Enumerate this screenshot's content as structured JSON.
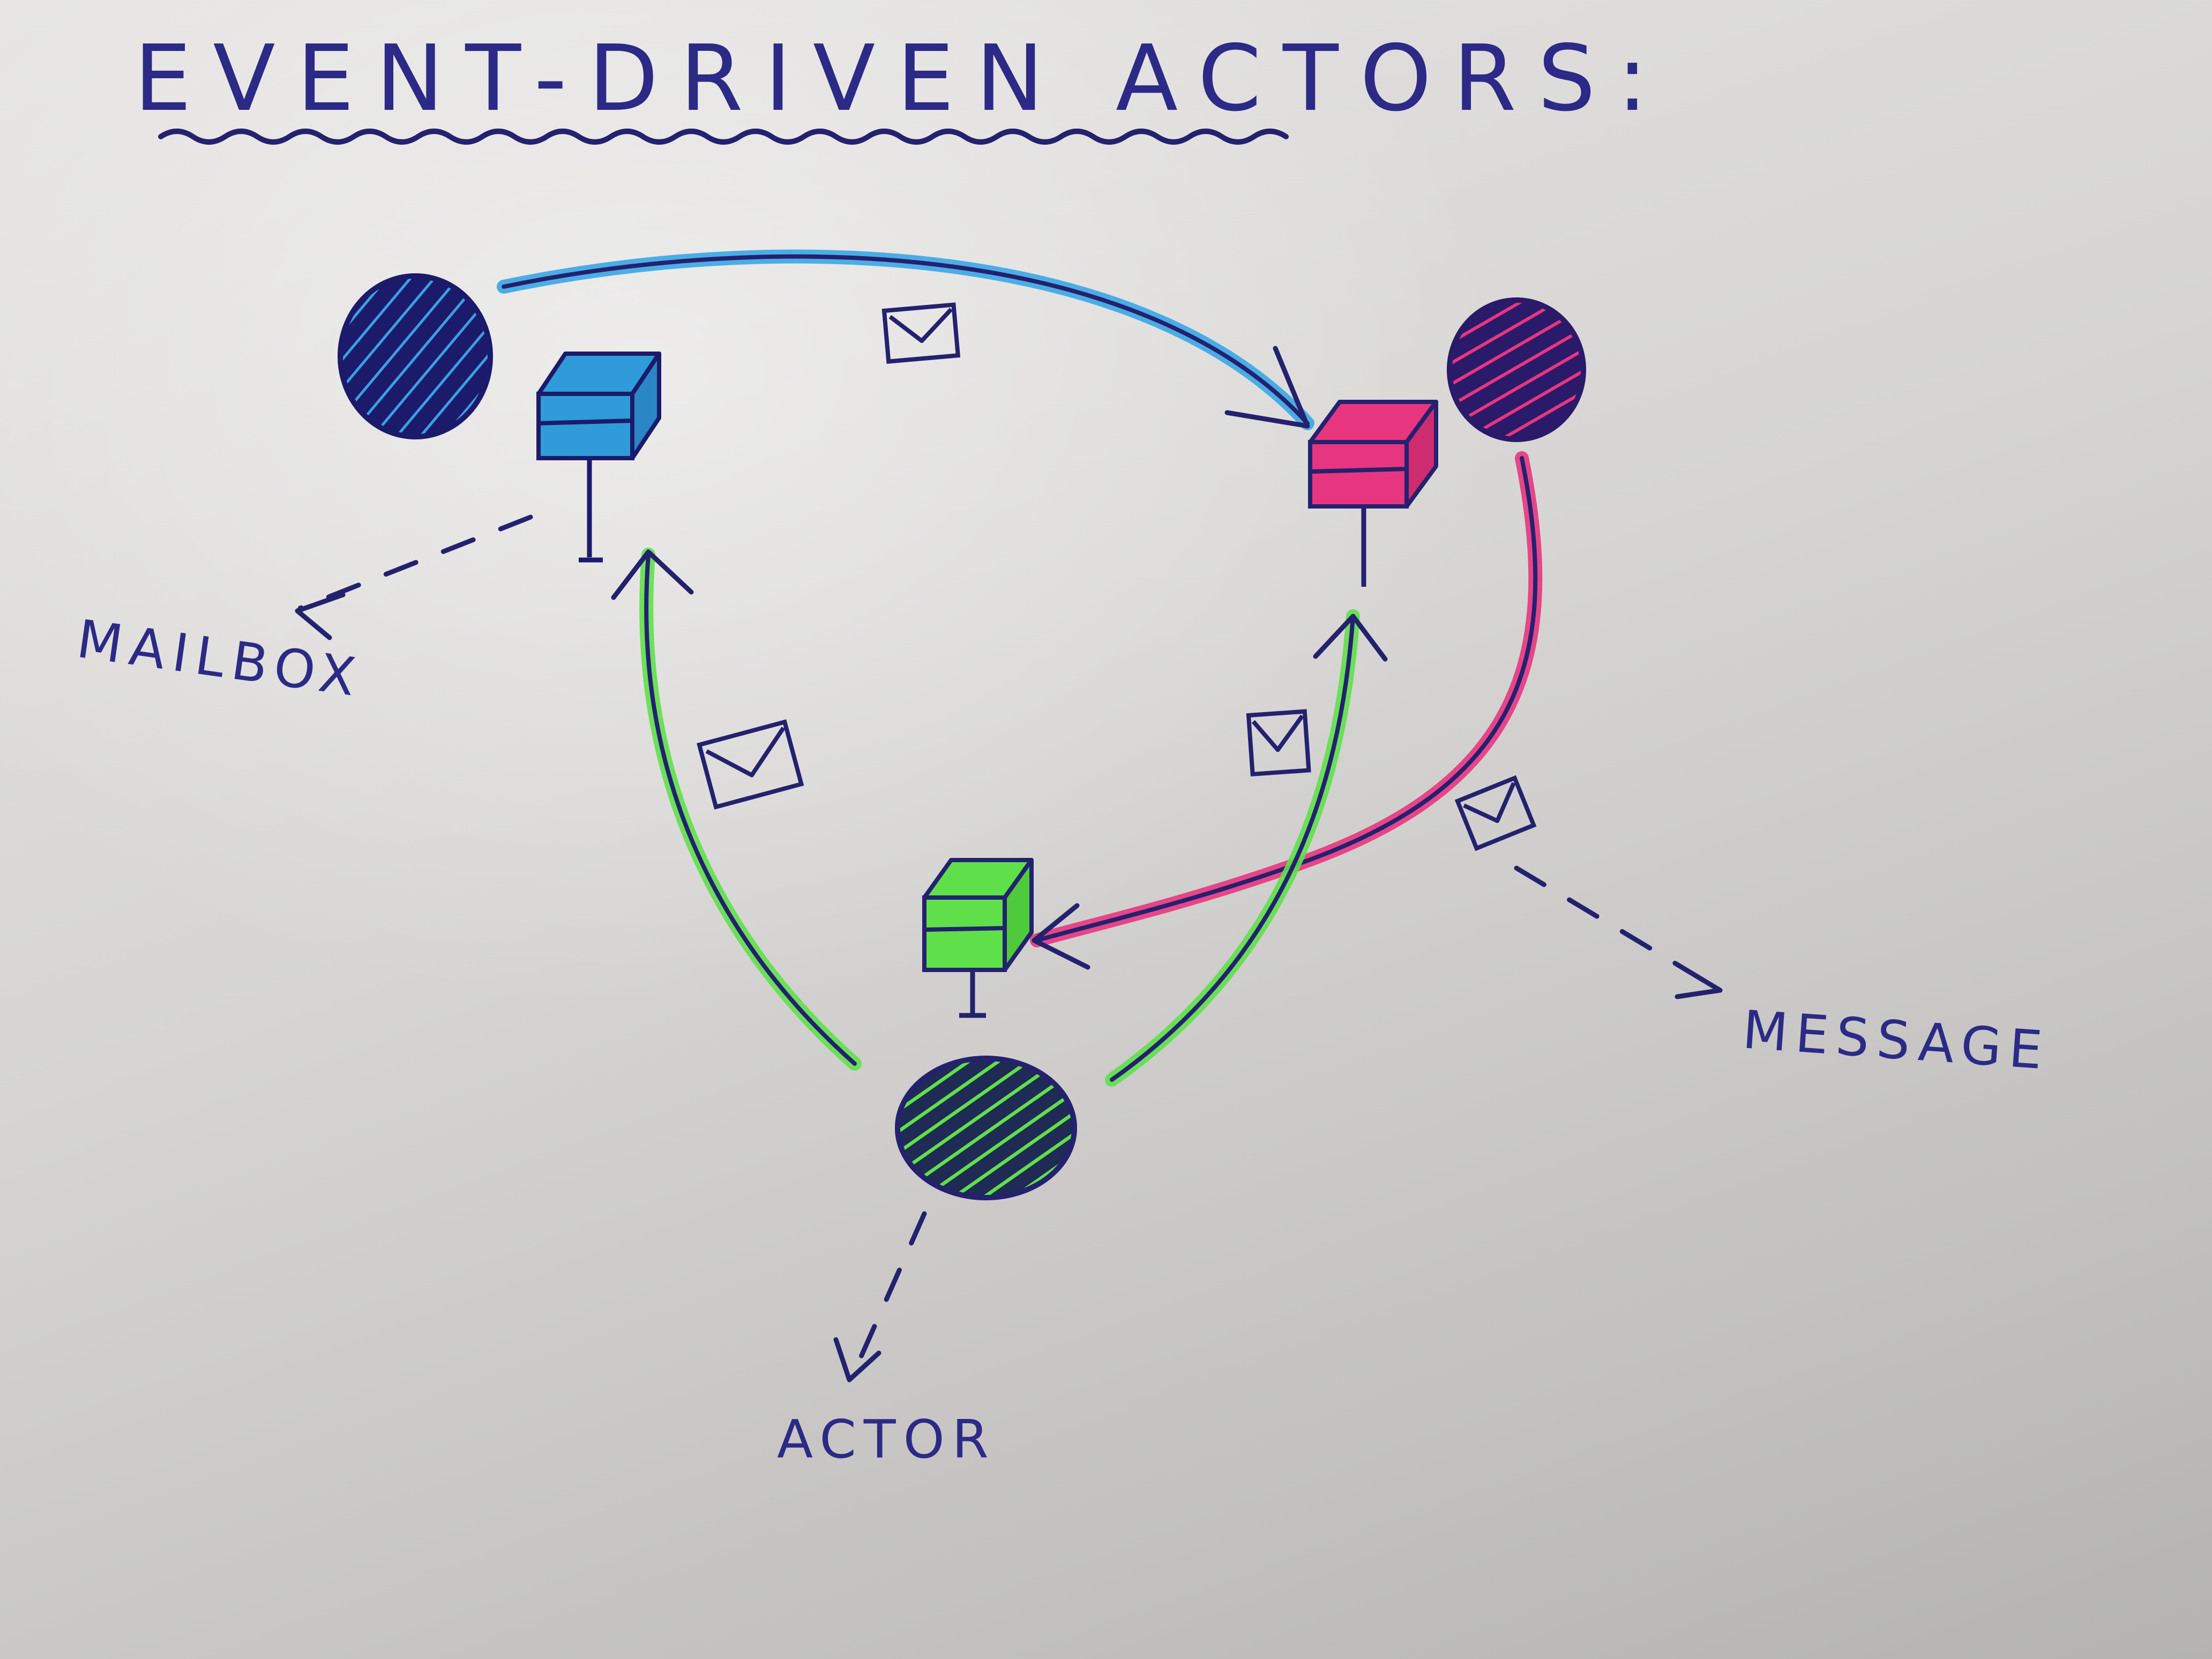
{
  "title": "EVENT-DRIVEN ACTORS:",
  "labels": {
    "mailbox": "MAILBOX",
    "message": "MESSAGE",
    "actor": "ACTOR"
  },
  "colors": {
    "ink": "#2c2a86",
    "blue": "#2f9bd8",
    "pink": "#e8357f",
    "green": "#5fe04a",
    "navy": "#24216e"
  },
  "actors": [
    {
      "id": "blue-actor",
      "color": "blue"
    },
    {
      "id": "pink-actor",
      "color": "pink"
    },
    {
      "id": "green-actor",
      "color": "green"
    }
  ],
  "messages": [
    {
      "from": "blue-actor",
      "to": "pink-actor"
    },
    {
      "from": "pink-actor",
      "to": "green-actor"
    },
    {
      "from": "green-actor",
      "to": "blue-actor"
    },
    {
      "from": "green-actor",
      "to": "pink-actor"
    }
  ]
}
